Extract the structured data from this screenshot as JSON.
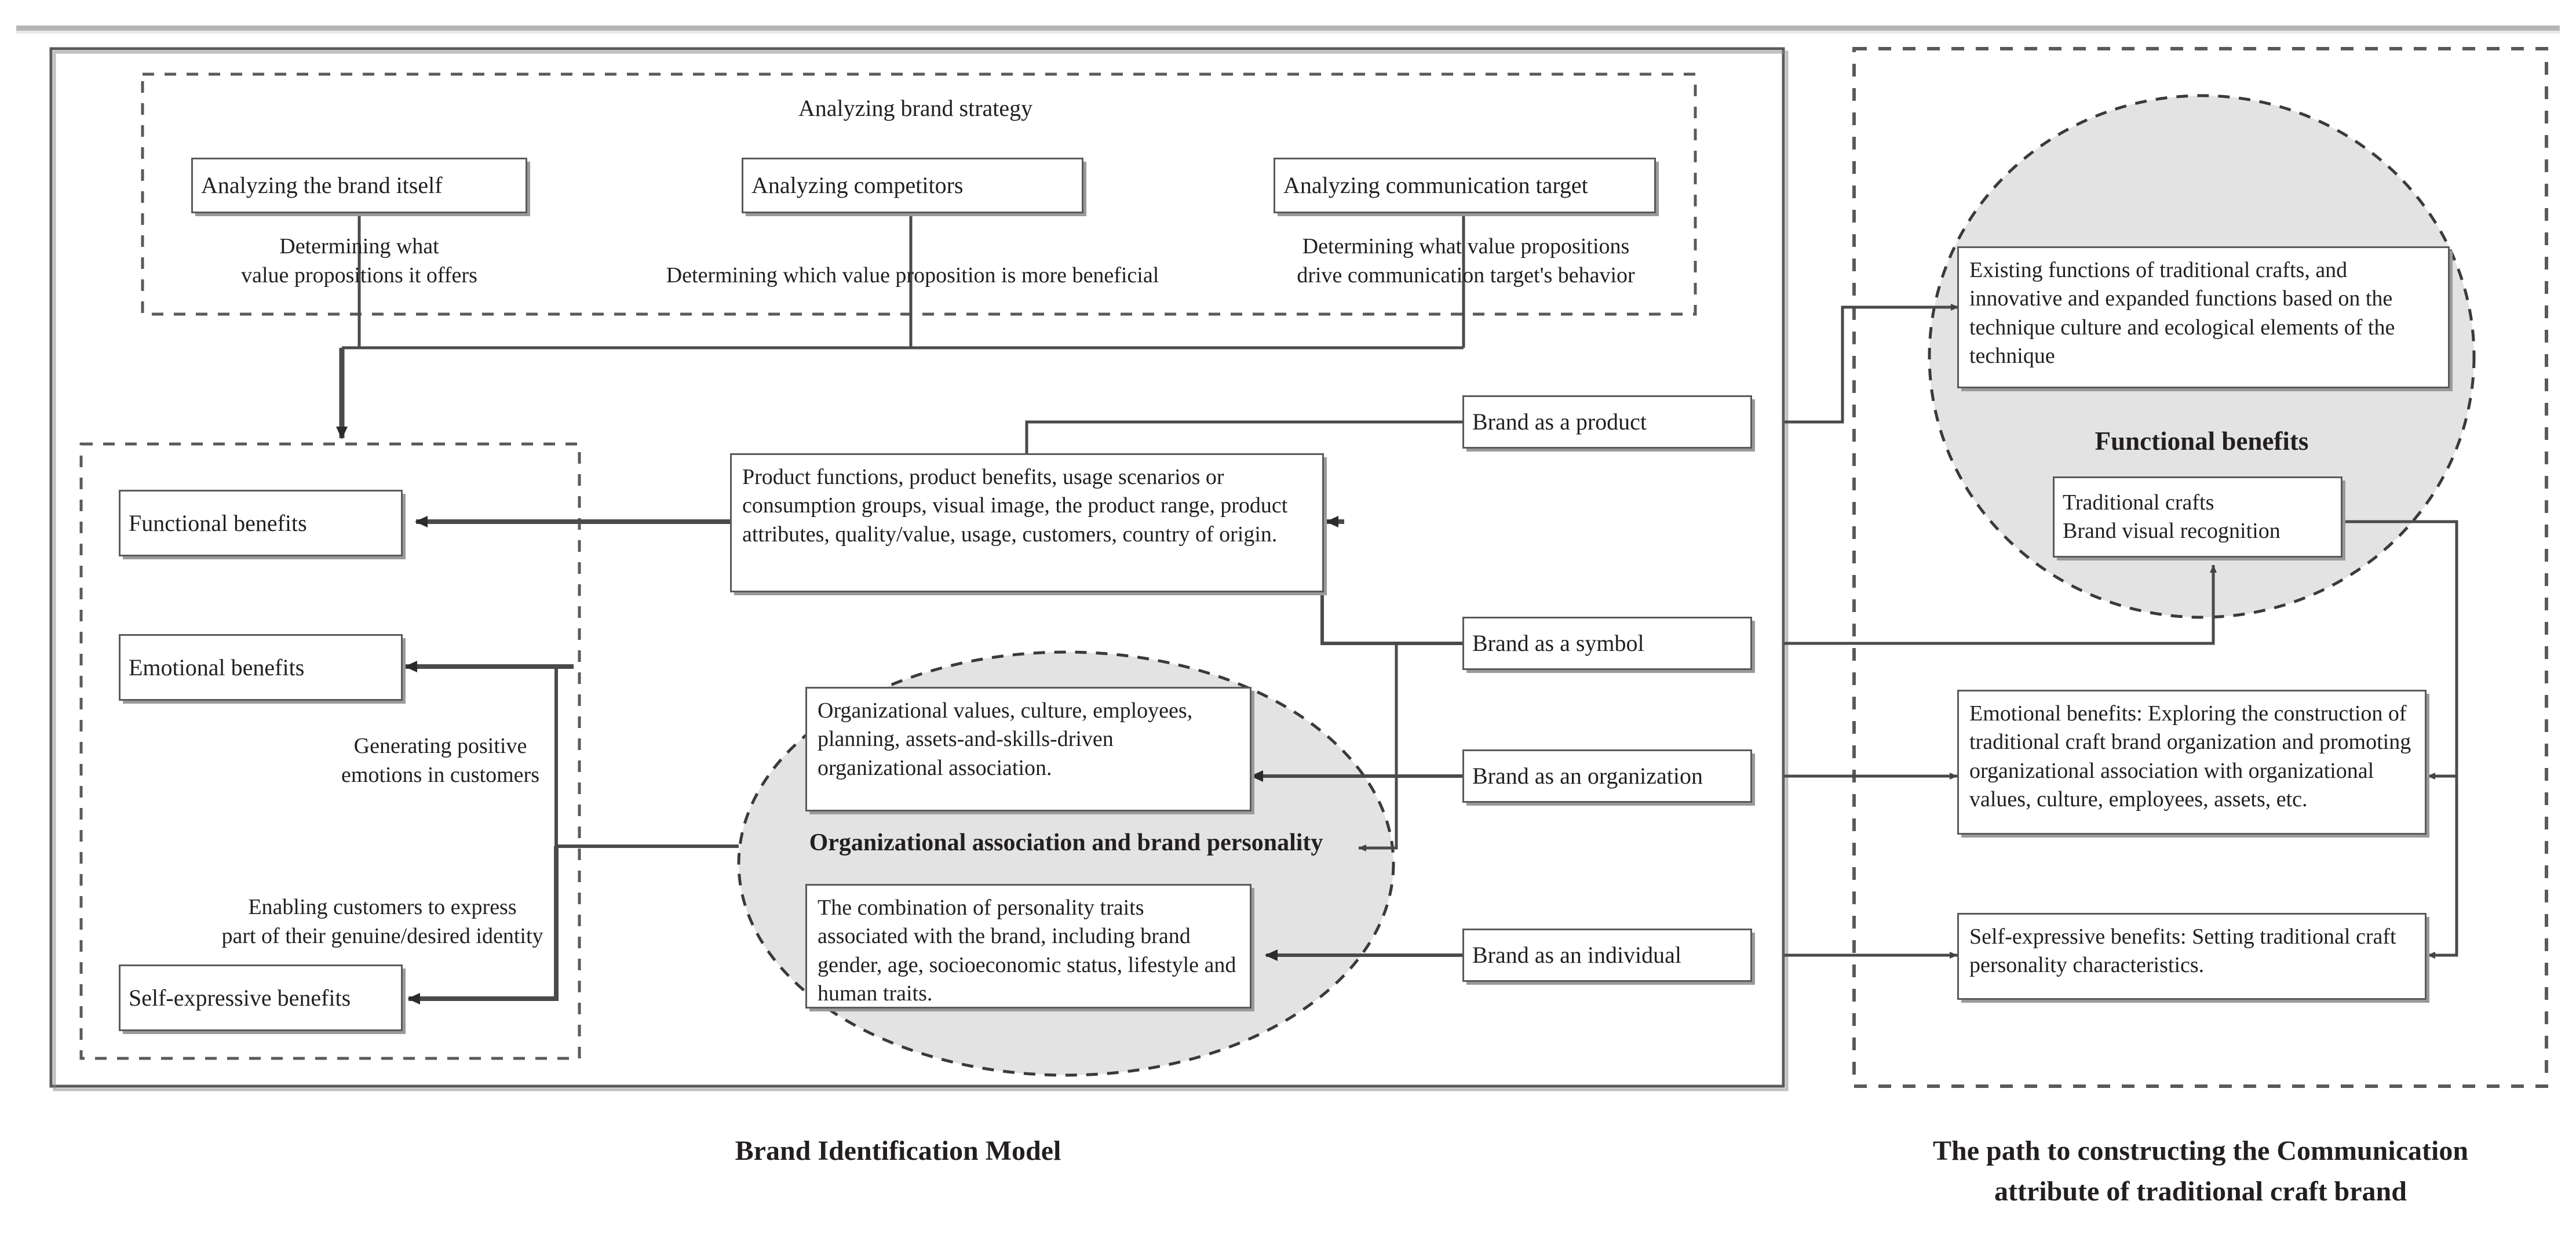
{
  "figure": {
    "left_caption": "Brand Identification Model",
    "right_caption_line1": "The path to constructing the Communication",
    "right_caption_line2": "attribute of traditional craft brand"
  },
  "left_panel": {
    "strategy_group": {
      "title": "Analyzing brand strategy",
      "nodes": [
        {
          "label": "Analyzing the brand itself"
        },
        {
          "label": "Analyzing competitors"
        },
        {
          "label": "Analyzing communication target"
        }
      ],
      "annotations": [
        {
          "line1": "Determining what",
          "line2": "value propositions it offers"
        },
        {
          "line1": "Determining which value proposition is more beneficial",
          "line2": ""
        },
        {
          "line1": "Determining what value propositions",
          "line2": "drive communication target's behavior"
        }
      ]
    },
    "benefits_group": {
      "items": [
        {
          "label": "Functional benefits"
        },
        {
          "label": "Emotional benefits"
        },
        {
          "label": "Self-expressive benefits"
        }
      ],
      "annotations": [
        {
          "line1": "Generating positive",
          "line2": "emotions in customers"
        },
        {
          "line1": "Enabling customers to express",
          "line2": "part of their genuine/desired identity"
        }
      ]
    },
    "product_detail": "Product functions, product benefits, usage scenarios or consumption groups, visual image, the product range, product attributes, quality/value, usage, customers, country of origin.",
    "organization_ellipse": {
      "title": "Organizational association and brand personality",
      "top_box": "Organizational values, culture, employees, planning, assets-and-skills-driven organizational association.",
      "bottom_box": "The combination of personality traits associated with the brand, including brand gender, age, socioeconomic status, lifestyle and human traits."
    },
    "brand_facets": [
      {
        "label": "Brand as a product"
      },
      {
        "label": "Brand as a symbol"
      },
      {
        "label": "Brand as an organization"
      },
      {
        "label": "Brand as an individual"
      }
    ]
  },
  "right_panel": {
    "functional_circle": {
      "title": "Functional benefits",
      "detail": "Existing functions of traditional crafts, and innovative and expanded functions based on the technique culture and ecological elements of the technique",
      "visual_box_line1": "Traditional crafts",
      "visual_box_line2": "Brand visual recognition"
    },
    "emotional_box": "Emotional benefits: Exploring the construction of traditional craft brand organization and promoting organizational association with organizational values, culture, employees, assets, etc.",
    "self_expressive_box": "Self-expressive benefits: Setting traditional craft personality characteristics."
  },
  "colors": {
    "stroke": "#5a5a5a",
    "shadow": "#9a9a9a",
    "ellipse_fill": "#e3e3e3",
    "text": "#231f20",
    "rule": "#b6b6b6"
  }
}
